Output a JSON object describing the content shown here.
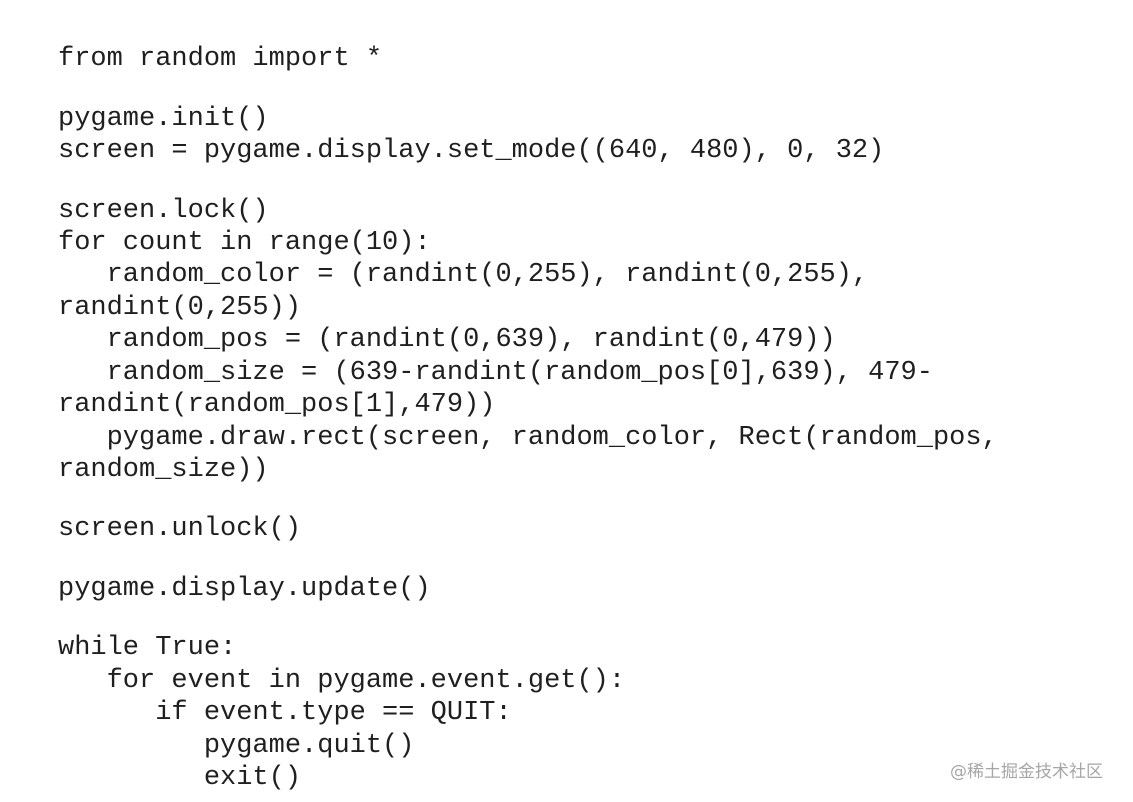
{
  "code_lines": [
    "from random import *",
    "pygame.init()",
    "screen = pygame.display.set_mode((640, 480), 0, 32)",
    "screen.lock()",
    "for count in range(10):",
    "   random_color = (randint(0,255), randint(0,255),",
    "randint(0,255))",
    "   random_pos = (randint(0,639), randint(0,479))",
    "   random_size = (639-randint(random_pos[0],639), 479-",
    "randint(random_pos[1],479))",
    "   pygame.draw.rect(screen, random_color, Rect(random_pos,",
    "random_size))",
    "screen.unlock()",
    "pygame.display.update()",
    "while True:",
    "   for event in pygame.event.get():",
    "      if event.type == QUIT:",
    "         pygame.quit()",
    "         exit()"
  ],
  "watermark": "@稀土掘金技术社区"
}
